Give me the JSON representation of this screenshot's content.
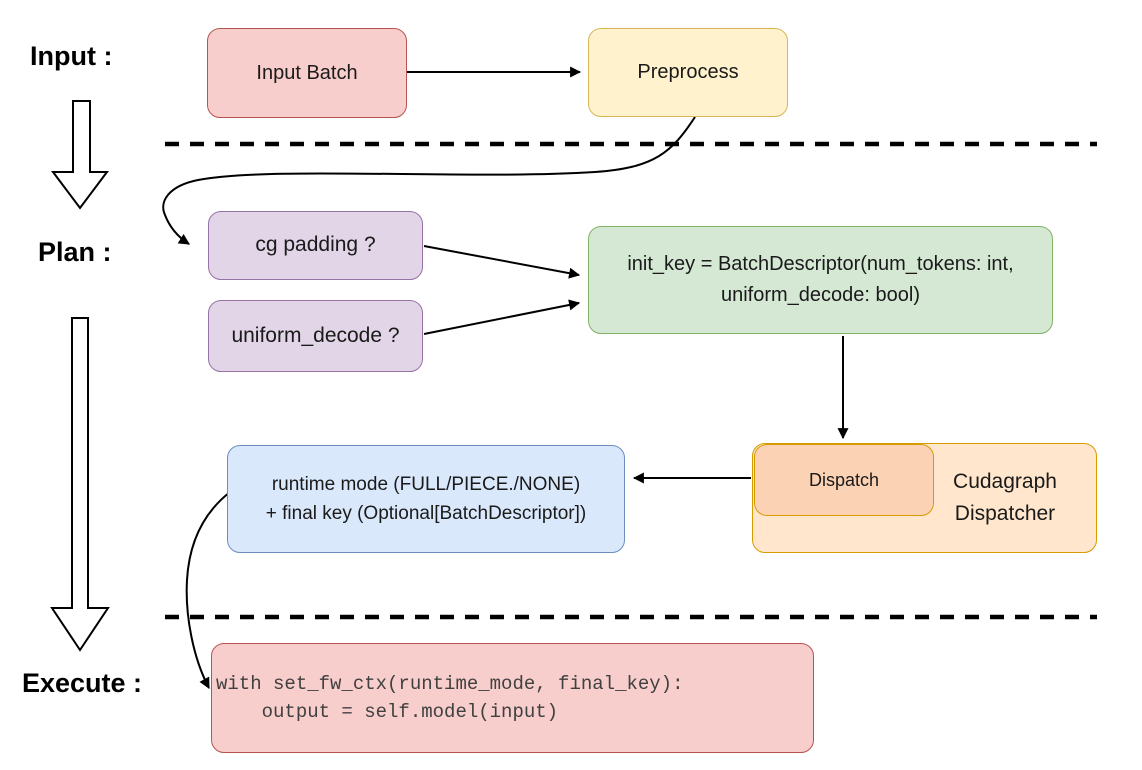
{
  "labels": {
    "input": "Input :",
    "plan": "Plan :",
    "execute": "Execute :"
  },
  "nodes": {
    "input_batch": {
      "label": "Input Batch",
      "fill": "#f8cecc",
      "stroke": "#b85450"
    },
    "preprocess": {
      "label": "Preprocess",
      "fill": "#fff2cc",
      "stroke": "#d6b656"
    },
    "cg_padding": {
      "label": "cg padding ?",
      "fill": "#e1d5e7",
      "stroke": "#9673a6"
    },
    "uniform_decode": {
      "label": "uniform_decode ?",
      "fill": "#e1d5e7",
      "stroke": "#9673a6"
    },
    "init_key": {
      "lines": [
        "init_key = BatchDescriptor(num_tokens: int,",
        "uniform_decode: bool)"
      ],
      "fill": "#d5e8d4",
      "stroke": "#82b366"
    },
    "cudagraph_dispatcher": {
      "lines": [
        "Cudagraph",
        "Dispatcher"
      ],
      "fill": "#ffe6cc",
      "stroke": "#d79b00"
    },
    "dispatch": {
      "label": "Dispatch",
      "fill": "#fbd2b4",
      "stroke": "#d79b00"
    },
    "runtime_result": {
      "lines": [
        "runtime mode (FULL/PIECE./NONE)",
        "+ final key (Optional[BatchDescriptor])"
      ],
      "fill": "#dae8fc",
      "stroke": "#6c8ebf"
    },
    "execute_code": {
      "lines": [
        "with set_fw_ctx(runtime_mode, final_key):",
        "    output = self.model(input)"
      ],
      "fill": "#f8cecc",
      "stroke": "#b85450",
      "text_color": "#404040"
    }
  },
  "colors": {
    "arrow": "#000000",
    "divider": "#000000"
  }
}
